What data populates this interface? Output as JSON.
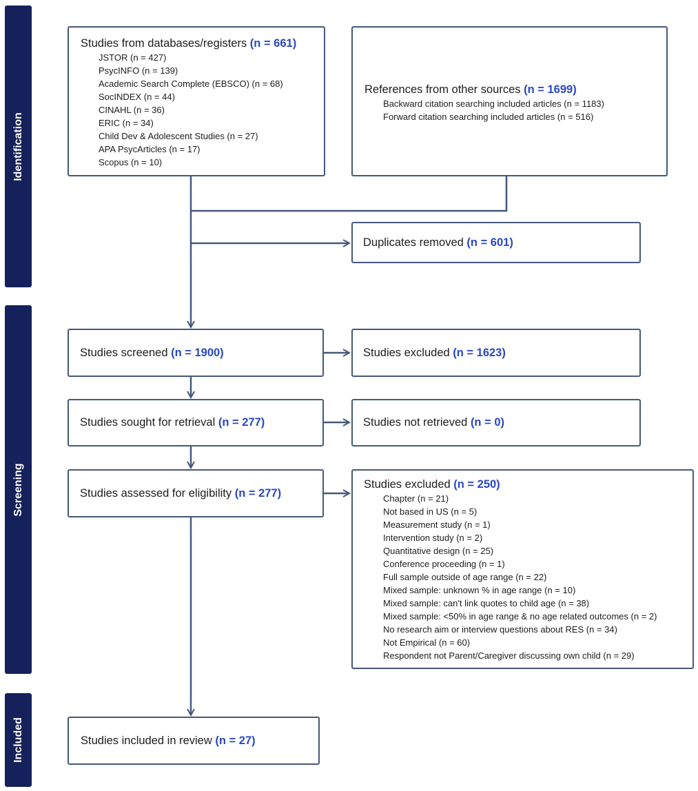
{
  "phases": {
    "identification": "Identification",
    "screening": "Screening",
    "included": "Included"
  },
  "databases": {
    "title": "Studies from databases/registers",
    "count": "(n = 661)",
    "items": [
      "JSTOR (n = 427)",
      "PsycINFO (n = 139)",
      "Academic Search Complete (EBSCO) (n = 68)",
      "SocINDEX (n = 44)",
      "CINAHL (n = 36)",
      "ERIC (n = 34)",
      "Child Dev & Adolescent Studies (n = 27)",
      "APA PsycArticles (n = 17)",
      "Scopus (n = 10)"
    ]
  },
  "other_sources": {
    "title": "References from other sources",
    "count": "(n = 1699)",
    "items": [
      "Backward citation searching included articles (n = 1183)",
      "Forward citation searching included articles (n = 516)"
    ]
  },
  "duplicates": {
    "title": "Duplicates removed",
    "count": "(n = 601)"
  },
  "screened": {
    "title": "Studies screened",
    "count": "(n = 1900)"
  },
  "excluded_screen": {
    "title": "Studies excluded",
    "count": "(n = 1623)"
  },
  "retrieval": {
    "title": "Studies sought for retrieval",
    "count": "(n = 277)"
  },
  "not_retrieved": {
    "title": "Studies not retrieved",
    "count": "(n = 0)"
  },
  "eligibility": {
    "title": "Studies assessed for eligibility",
    "count": "(n = 277)"
  },
  "excluded_elig": {
    "title": "Studies excluded",
    "count": "(n = 250)",
    "items": [
      "Chapter (n = 21)",
      "Not based in US (n = 5)",
      "Measurement study (n = 1)",
      "Intervention study (n = 2)",
      "Quantitative design (n = 25)",
      "Conference proceeding (n = 1)",
      "Full sample outside of age range (n = 22)",
      "Mixed sample: unknown % in age range (n = 10)",
      "Mixed sample: can't link quotes to child age (n = 38)",
      "Mixed sample: <50% in age range & no age related outcomes (n = 2)",
      "No research aim or interview questions about RES (n = 34)",
      "Not Empirical  (n = 60)",
      "Respondent not Parent/Caregiver discussing own child  (n = 29)"
    ]
  },
  "included_box": {
    "title": "Studies included in review",
    "count": "(n = 27)"
  },
  "colors": {
    "phase_bar": "#14215a",
    "box_border": "#44587a",
    "count_text": "#2947c2",
    "arrow": "#44587a"
  }
}
